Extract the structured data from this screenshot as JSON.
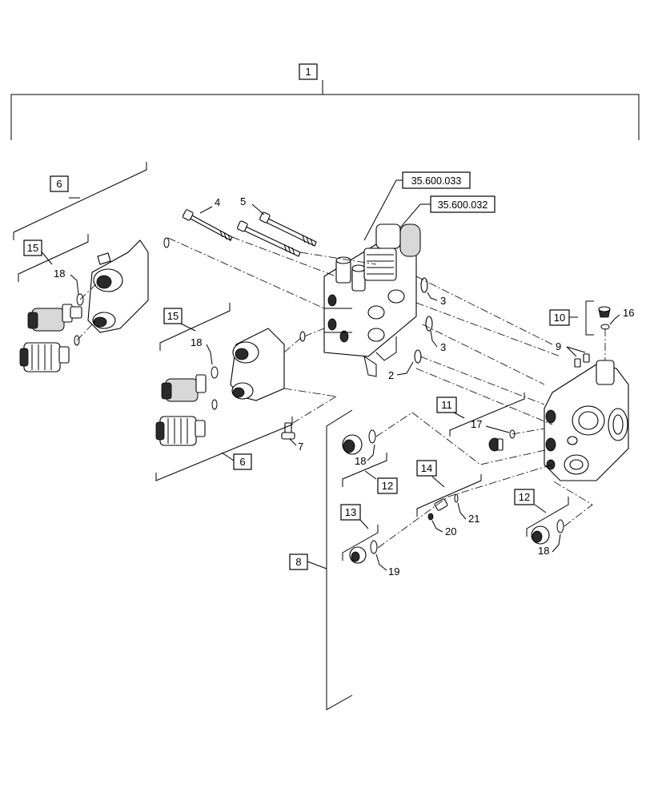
{
  "callouts": {
    "c1": "1",
    "c6a": "6",
    "c6b": "6",
    "c15a": "15",
    "c15b": "15",
    "c10": "10",
    "c11": "11",
    "c12a": "12",
    "c12b": "12",
    "c13": "13",
    "c14": "14",
    "c8": "8"
  },
  "refs": {
    "r1": "35.600.033",
    "r2": "35.600.032"
  },
  "labels": {
    "l4": "4",
    "l5": "5",
    "l3a": "3",
    "l3b": "3",
    "l2": "2",
    "l16": "16",
    "l9": "9",
    "l18a": "18",
    "l18b": "18",
    "l18c": "18",
    "l18d": "18",
    "l17": "17",
    "l7": "7",
    "l20": "20",
    "l21": "21",
    "l19": "19"
  }
}
